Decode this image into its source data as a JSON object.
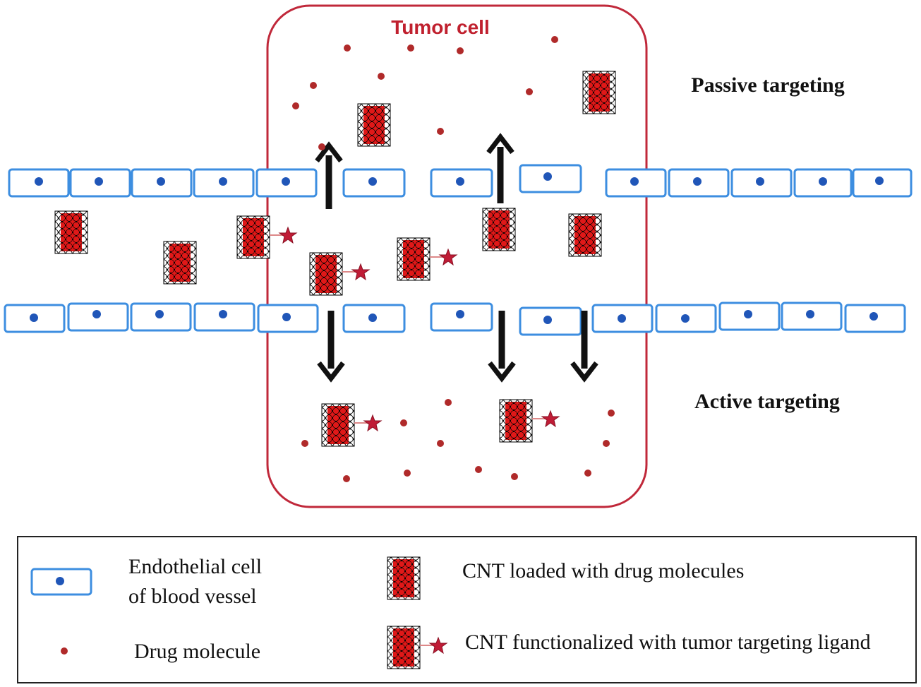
{
  "tumor_label": "Tumor cell",
  "passive_label": "Passive targeting",
  "active_label": "Active targeting",
  "legend": {
    "endothelial_line1": "Endothelial cell",
    "endothelial_line2": "of blood vessel",
    "drug": "Drug molecule",
    "cnt_loaded": "CNT loaded with drug molecules",
    "cnt_functionalized": "CNT functionalized with tumor targeting ligand"
  },
  "colors": {
    "tumor_border": "#c0283a",
    "cell_border": "#3d8ee0",
    "nucleus": "#2056b8",
    "drug": "#b02a2a",
    "cnt_fill": "#e01818",
    "ligand_star": "#c01c36",
    "arrow": "#111111"
  },
  "icons": {
    "endothelial_cell": "endothelial-cell-icon",
    "drug_molecule": "drug-molecule-icon",
    "cnt": "carbon-nanotube-icon",
    "ligand": "star-ligand-icon"
  }
}
